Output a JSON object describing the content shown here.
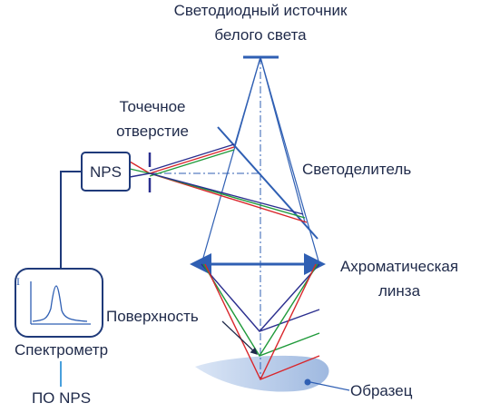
{
  "labels": {
    "source_line1": "Светодиодный источник",
    "source_line2": "белого света",
    "pinhole_line1": "Точечное",
    "pinhole_line2": "отверстие",
    "nps_box": "NPS",
    "beamsplitter": "Светоделитель",
    "lens_line1": "Ахроматическая",
    "lens_line2": "линза",
    "surface": "Поверхность",
    "spectrometer": "Спектрометр",
    "software": "ПО NPS",
    "sample": "Образец",
    "graph_axis": "I"
  },
  "colors": {
    "blue": "#2f5fb3",
    "dark_blue": "#2b2f8f",
    "red": "#d9262b",
    "green": "#1f9a3a",
    "navy": "#1f3a7a",
    "sample_fill": "#bcd0ec"
  }
}
